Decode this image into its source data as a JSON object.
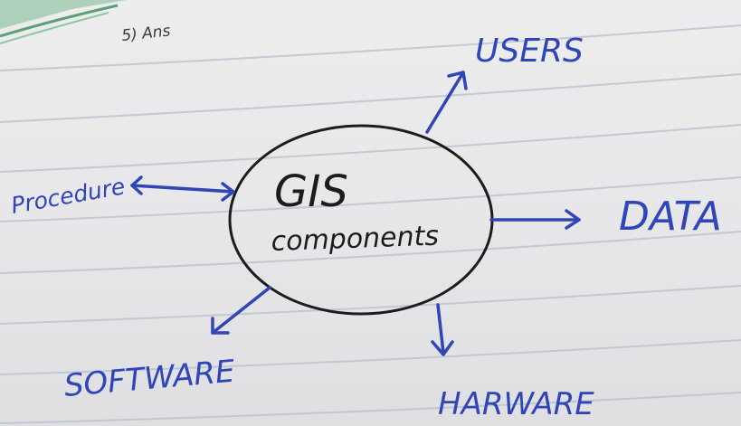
{
  "note": {
    "heading": "5) Ans"
  },
  "diagram": {
    "center_title": "GIS",
    "center_subtitle": "components",
    "nodes": {
      "users": "USERS",
      "data": "DATA",
      "hardware": "HARWARE",
      "software": "SOFTWARE",
      "procedure": "Procedure"
    }
  },
  "colors": {
    "paper": "#e9e9ea",
    "rule_line": "#b9c2cf",
    "margin_green": "#6fae86",
    "pencil": "#3a3a3a",
    "ink_blue": "#2f45b8",
    "ink_black": "#1c1c1c"
  }
}
